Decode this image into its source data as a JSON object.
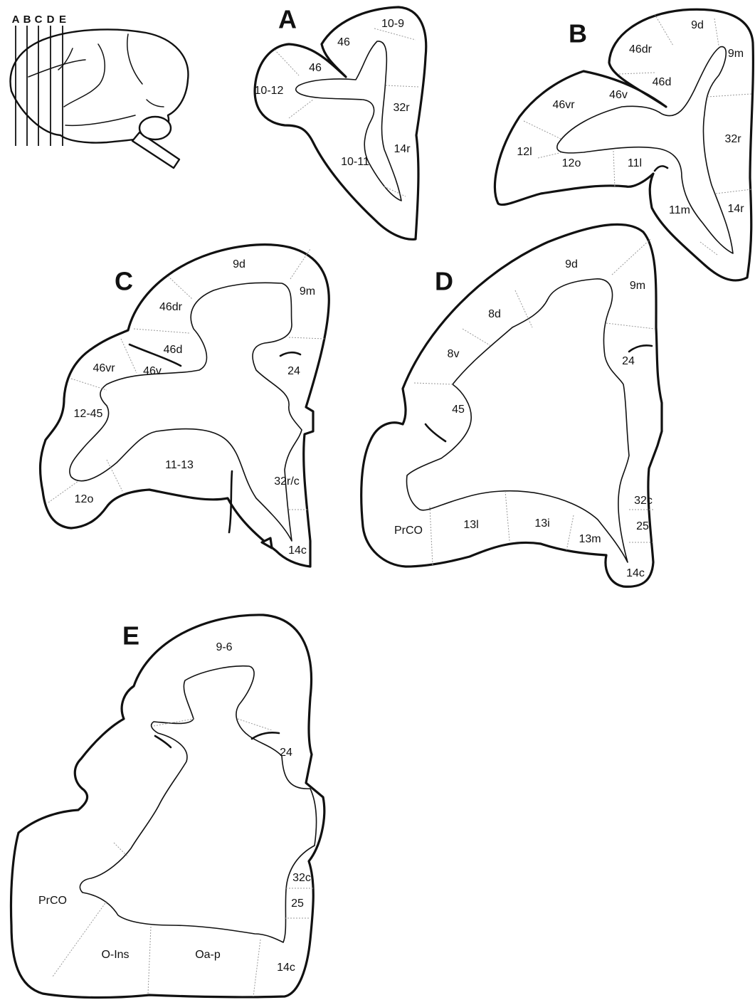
{
  "brain_key": {
    "letters": [
      "A",
      "B",
      "C",
      "D",
      "E"
    ]
  },
  "panels": [
    {
      "id": "A",
      "letter": "A",
      "areas": [
        "10-9",
        "46",
        "46",
        "10-12",
        "32r",
        "14r",
        "10-11"
      ]
    },
    {
      "id": "B",
      "letter": "B",
      "areas": [
        "9d",
        "46dr",
        "9m",
        "46d",
        "46v",
        "46vr",
        "32r",
        "12l",
        "12o",
        "11l",
        "11m",
        "14r"
      ]
    },
    {
      "id": "C",
      "letter": "C",
      "areas": [
        "9d",
        "9m",
        "46dr",
        "46d",
        "46vr",
        "46v",
        "24",
        "12-45",
        "11-13",
        "32r/c",
        "12o",
        "14c"
      ]
    },
    {
      "id": "D",
      "letter": "D",
      "areas": [
        "9d",
        "9m",
        "8d",
        "24",
        "8v",
        "45",
        "32c",
        "PrCO",
        "13l",
        "13i",
        "13m",
        "25",
        "14c"
      ]
    },
    {
      "id": "E",
      "letter": "E",
      "areas": [
        "9-6",
        "24",
        "32c",
        "PrCO",
        "25",
        "O-Ins",
        "Oa-p",
        "14c"
      ]
    }
  ]
}
